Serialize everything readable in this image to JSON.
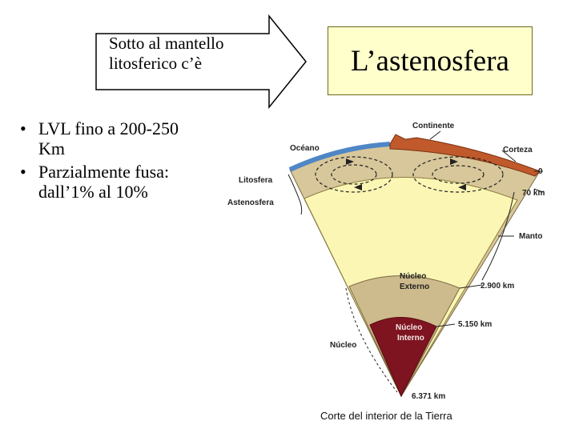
{
  "callout": {
    "line1": "Sotto al mantello",
    "line2": "litosferico c’è"
  },
  "title": "L’astenosfera",
  "bullets": [
    {
      "line1": "LVL fino a 200-250",
      "line2": "Km"
    },
    {
      "line1": "Parzialmente fusa:",
      "line2": "dall’1% al 10%"
    }
  ],
  "diagram": {
    "continent": "Continente",
    "ocean": "Océano",
    "crust": "Corteza",
    "zero": "0",
    "lithosphere": "Litosfera",
    "asthenosphere": "Astenosfera",
    "depth_70": "70 km",
    "mantle": "Manto",
    "outer_core_1": "Núcleo",
    "outer_core_2": "Externo",
    "depth_2900": "2.900 km",
    "inner_core_1": "Núcleo",
    "inner_core_2": "Interno",
    "depth_5150": "5.150 km",
    "core": "Núcleo",
    "depth_6371": "6.371 km",
    "caption": "Corte del interior de la Tierra"
  },
  "colors": {
    "title_bg": "#ffffcc",
    "mantle": "#fbf6b4",
    "lithosphere": "#d7c79a",
    "outer_core": "#cdbb8d",
    "inner_core": "#7e1420",
    "ocean": "#4f86c6",
    "continent": "#c0592b"
  }
}
